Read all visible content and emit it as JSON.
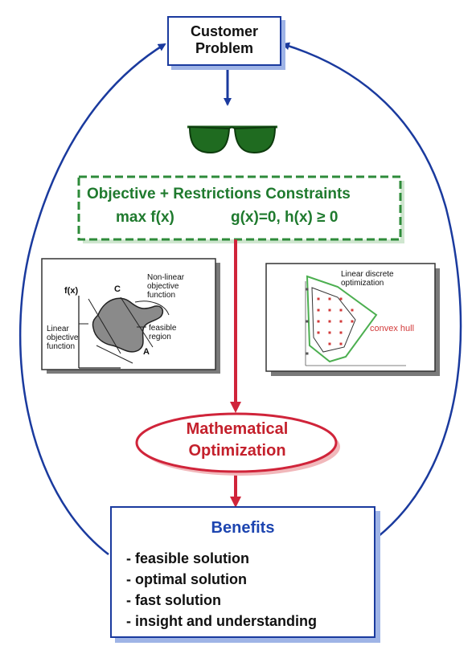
{
  "customer": {
    "line1": "Customer",
    "line2": "Problem"
  },
  "objective": {
    "line1": "Objective + Restrictions Constraints",
    "max": "max f(x)",
    "constraints": "g(x)=0, h(x) ≥ 0"
  },
  "left_figure": {
    "fx": "f(x)",
    "c": "C",
    "a": "A",
    "nonlinear": [
      "Non-linear",
      "objective",
      "function"
    ],
    "feasible": [
      "feasible",
      "region"
    ],
    "linear": [
      "Linear",
      "objective",
      "function"
    ]
  },
  "right_figure": {
    "title": [
      "Linear discrete",
      "optimization"
    ],
    "hull": "convex hull"
  },
  "math_opt": {
    "line1": "Mathematical",
    "line2": "Optimization"
  },
  "benefits": {
    "title": "Benefits",
    "items": [
      "- feasible solution",
      "- optimal solution",
      "- fast solution",
      "- insight and understanding"
    ]
  },
  "colors": {
    "blue": "#1a3a9e",
    "green": "#1f7a2e",
    "red": "#c4202c",
    "hull": "#4caf50",
    "points": "#d23a3a"
  },
  "icons": [
    "sunglasses-icon"
  ]
}
